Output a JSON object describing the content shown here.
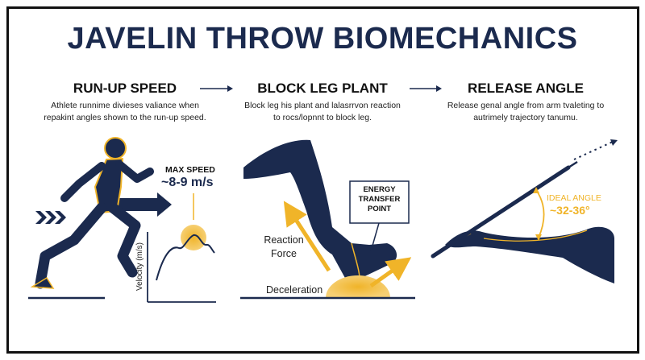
{
  "title": "JAVELIN THROW BIOMECHANICS",
  "sections": [
    {
      "title": "RUN-UP SPEED",
      "description_lines": [
        "Athlete runnime divieses valiance when",
        "repakint angles shown to the run-up speed."
      ],
      "max_speed_label": "MAX SPEED",
      "max_speed_value": "~8-9 m/s",
      "velocity_axis_label": "Velocity (m/s)"
    },
    {
      "title": "BLOCK LEG PLANT",
      "description_lines": [
        "Block leg his plant and lalasrrvon reaction",
        "to rocs/lopnnt to block leg."
      ],
      "energy_label_lines": [
        "ENERGY",
        "TRANSFER",
        "POINT"
      ],
      "reaction_label_lines": [
        "Reaction",
        "Force"
      ],
      "deceleration_label": "Deceleration"
    },
    {
      "title": "RELEASE ANGLE",
      "description_lines": [
        "Release genal angle from arm tvaleting to",
        "autrimely trajectory tanumu."
      ],
      "ideal_angle_label": "IDEAL ANGLE",
      "ideal_angle_value": "~32-36°"
    }
  ],
  "colors": {
    "navy": "#1b2a4e",
    "gold": "#f0b429",
    "gold_light": "#f6cf73",
    "text": "#111111"
  },
  "icons": [
    "flow-arrow-icon",
    "chevrons-icon",
    "speed-arrow-icon",
    "reaction-arrow-icon",
    "trajectory-arrow-icon"
  ]
}
